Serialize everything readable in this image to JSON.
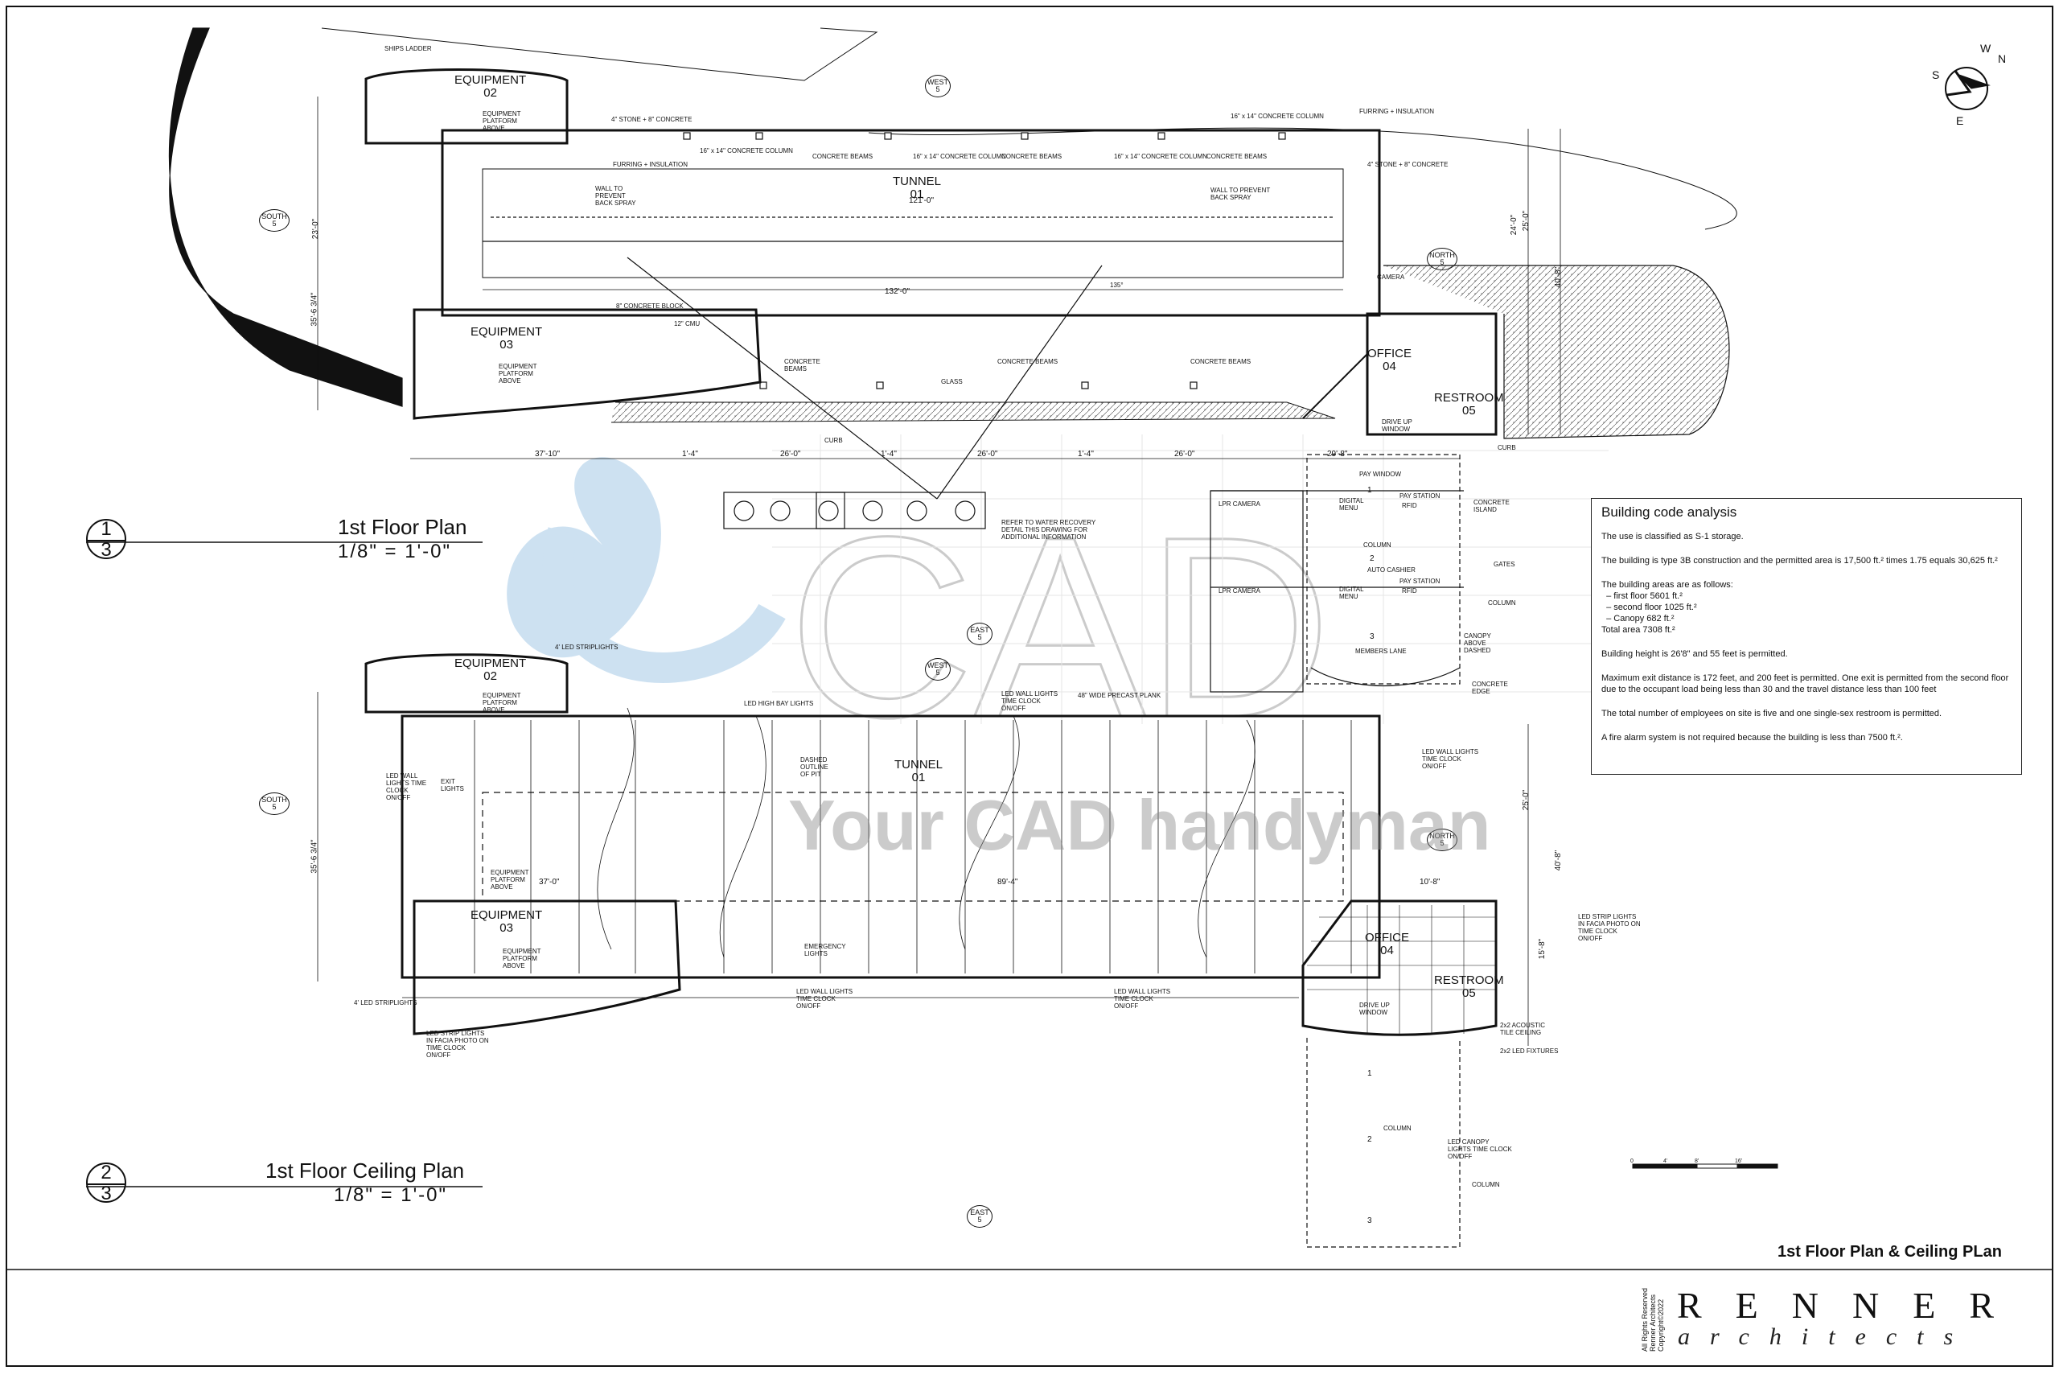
{
  "sheet": {
    "title": "1st Floor Plan & Ceiling PLan",
    "firm_name": "RENNER",
    "firm_sub": "architects",
    "copyright": [
      "All Rights Reserved",
      "Renner Architects",
      "Copyright©2022"
    ]
  },
  "watermark": {
    "text": "Your CAD handyman",
    "logo": "eCAD"
  },
  "plans": [
    {
      "number": "1",
      "sheet": "3",
      "title": "1st Floor Plan",
      "scale": "1/8\"   =    1'-0\""
    },
    {
      "number": "2",
      "sheet": "3",
      "title": "1st Floor Ceiling Plan",
      "scale": "1/8\"   =    1'-0\""
    }
  ],
  "rooms": {
    "equipment02": [
      "EQUIPMENT",
      "02"
    ],
    "equipment03": [
      "EQUIPMENT",
      "03"
    ],
    "tunnel01": [
      "TUNNEL",
      "01"
    ],
    "office04": [
      "OFFICE",
      "04"
    ],
    "restroom05": [
      "RESTROOM",
      "05"
    ]
  },
  "labels": {
    "ships_ladder": "SHIPS LADDER",
    "equip_platform": "EQUIPMENT PLATFORM ABOVE",
    "stone_concrete": "4\" STONE + 8\" CONCRETE",
    "furring": "FURRING + INSULATION",
    "concrete_column": "16\" x 14\" CONCRETE COLUMN",
    "concrete_beams": "CONCRETE BEAMS",
    "wall_prevent": "WALL TO PREVENT BACK SPRAY",
    "glass": "GLASS",
    "curb": "CURB",
    "pay_window": "PAY WINDOW",
    "drive_up_window": "DRIVE UP WINDOW",
    "camera": "CAMERA",
    "lpr_camera": "LPR CAMERA",
    "digital_menu": "DIGITAL MENU",
    "pay_station": "PAY STATION",
    "rfid": "RFID",
    "concrete_island": "CONCRETE ISLAND",
    "column": "COLUMN",
    "auto_cashier": "AUTO CASHIER",
    "gates": "GATES",
    "members_lane": "MEMBERS LANE",
    "canopy_above": "CANOPY ABOVE DASHED",
    "concrete_edge": "CONCRETE EDGE",
    "water_recovery": "REFER TO WATER RECOVERY DETAIL THIS DRAWING FOR ADDITIONAL INFORMATION",
    "led_striplights": "4' LED STRIPLIGHTS",
    "led_high_bay": "LED HIGH BAY LIGHTS",
    "led_wall_lights": "LED WALL LIGHTS TIME CLOCK ON/OFF",
    "precast_plank": "48\" WIDE PRECAST PLANK",
    "dashed_pit": "DASHED OUTLINE OF PIT",
    "emergency_lights": "EMERGENCY LIGHTS",
    "exit_lights": "EXIT LIGHTS",
    "led_strip_facia": "LED STRIP LIGHTS IN FACIA PHOTO ON TIME CLOCK ON/OFF",
    "acoustic_tile": "2x2 ACOUSTIC TILE CEILING",
    "led_fixtures": "2x2 LED FIXTURES",
    "led_canopy": "LED CANOPY LIGHTS TIME CLOCK ON/OFF",
    "block": "8\" CONCRETE BLOCK",
    "cmu": "12\" CMU",
    "angle": "135°"
  },
  "dimensions": {
    "tunnel_len": "121'-0\"",
    "overall": "132'-0\"",
    "seg_a": "37'-10\"",
    "seg_b": "26'-0\"",
    "seg_c": "1'-4\"",
    "seg_d": "29'-8\"",
    "ceiling_a": "37'-0\"",
    "ceiling_b": "89'-4\"",
    "ceiling_c": "10'-8\"",
    "v1": "23'-0\"",
    "v2": "35'-6 3/4\"",
    "v3": "40'-8\"",
    "v4": "25'-0\"",
    "v5": "15'-8\"",
    "v6": "24'-0\""
  },
  "compass": [
    "S",
    "W",
    "N",
    "E"
  ],
  "directions": {
    "west": "WEST",
    "south": "SOUTH",
    "north": "NORTH",
    "east": "EAST",
    "sheet": "5"
  },
  "code_analysis": {
    "title": "Building code analysis",
    "p1": "The use is classified as S-1 storage.",
    "p2": "The building is type 3B construction and the permitted area is 17,500 ft.² times 1.75 equals 30,625 ft.²",
    "p3_intro": "The building areas are as follows:",
    "p3_items": [
      "– first floor 5601 ft.²",
      "– second floor 1025 ft.²",
      "– Canopy 682 ft.²"
    ],
    "p3_total": "Total area 7308 ft.²",
    "p4": "Building height is 26'8\" and 55 feet is permitted.",
    "p5": "Maximum exit distance is 172 feet, and 200 feet is permitted. One exit is permitted from the second floor due to the occupant load being less than 30 and the travel distance less than 100 feet",
    "p6": "The total number of employees on site is five and one single-sex restroom is permitted.",
    "p7": "A fire alarm system is not required because the building is less than 7500 ft.²."
  },
  "scale_bar": [
    "0",
    "4'",
    "8'",
    "16'"
  ],
  "lanes": [
    "1",
    "2",
    "3"
  ],
  "colors": {
    "ink": "#111111",
    "watermark_blue": "#9cc4e4",
    "watermark_gray": "#8c8c8c"
  }
}
